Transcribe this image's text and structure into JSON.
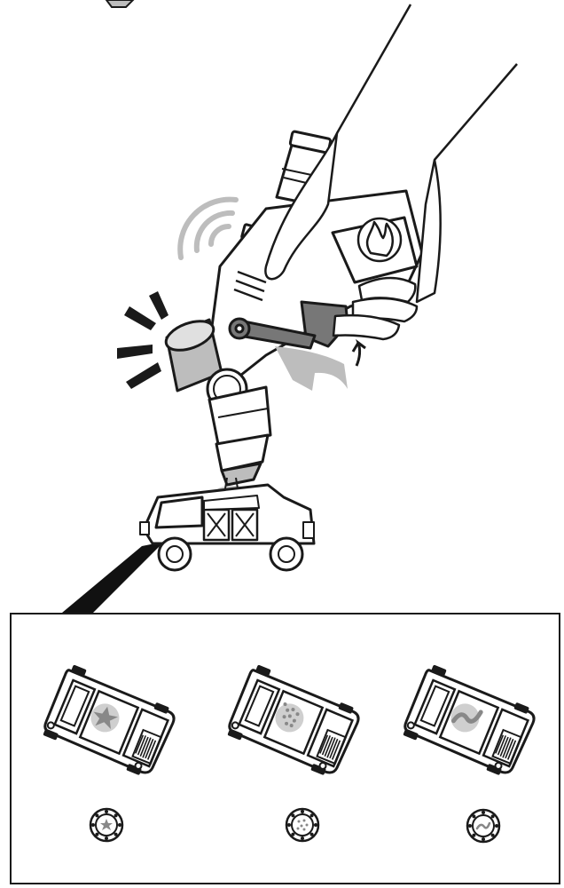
{
  "colors": {
    "line": "#1a1a1a",
    "grey_light": "#dcdcdc",
    "grey_mid": "#bdbdbd",
    "grey_dark": "#777777",
    "pointer": "#111111"
  },
  "icons": {
    "handle_badge": "flame-icon",
    "sound": "sound-waves-icon",
    "light": "light-burst-icon",
    "motion": "curved-arrow-icon"
  },
  "stamp_options": [
    {
      "id": "star",
      "stamp_icon": "star-stamp-icon"
    },
    {
      "id": "dots",
      "stamp_icon": "dots-stamp-icon"
    },
    {
      "id": "wave",
      "stamp_icon": "wave-stamp-icon"
    }
  ]
}
